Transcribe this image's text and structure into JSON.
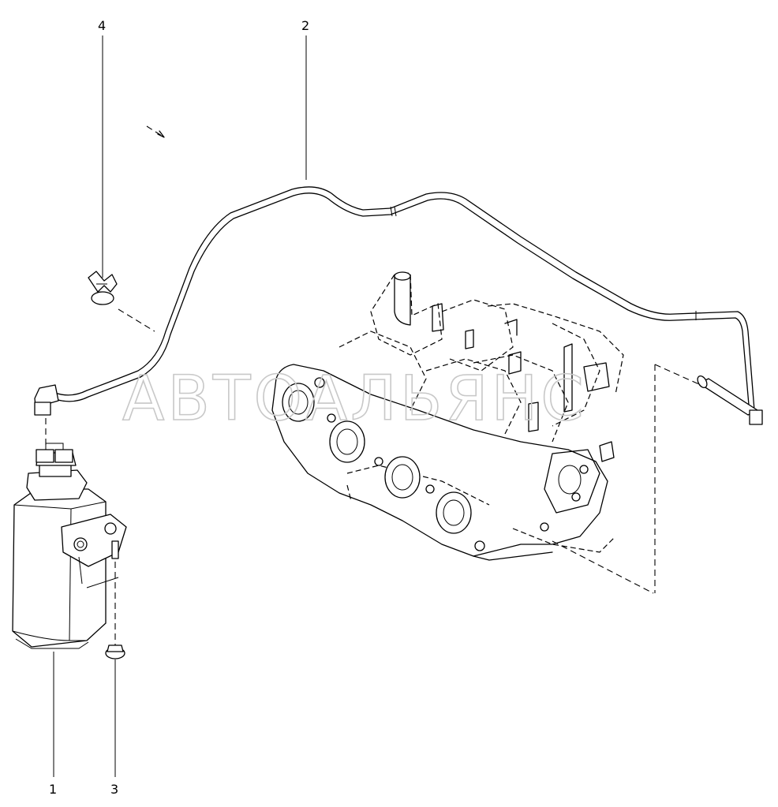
{
  "callouts": [
    {
      "id": "1",
      "label": "1",
      "part": "charcoal canister"
    },
    {
      "id": "2",
      "label": "2",
      "part": "vapor hose / pipe"
    },
    {
      "id": "3",
      "label": "3",
      "part": "nut"
    },
    {
      "id": "4",
      "label": "4",
      "part": "hose clip"
    }
  ],
  "watermark": "АВТОАЛЬЯНС",
  "colors": {
    "line": "#000000",
    "background": "#ffffff",
    "watermark": "#c8c8c8"
  }
}
